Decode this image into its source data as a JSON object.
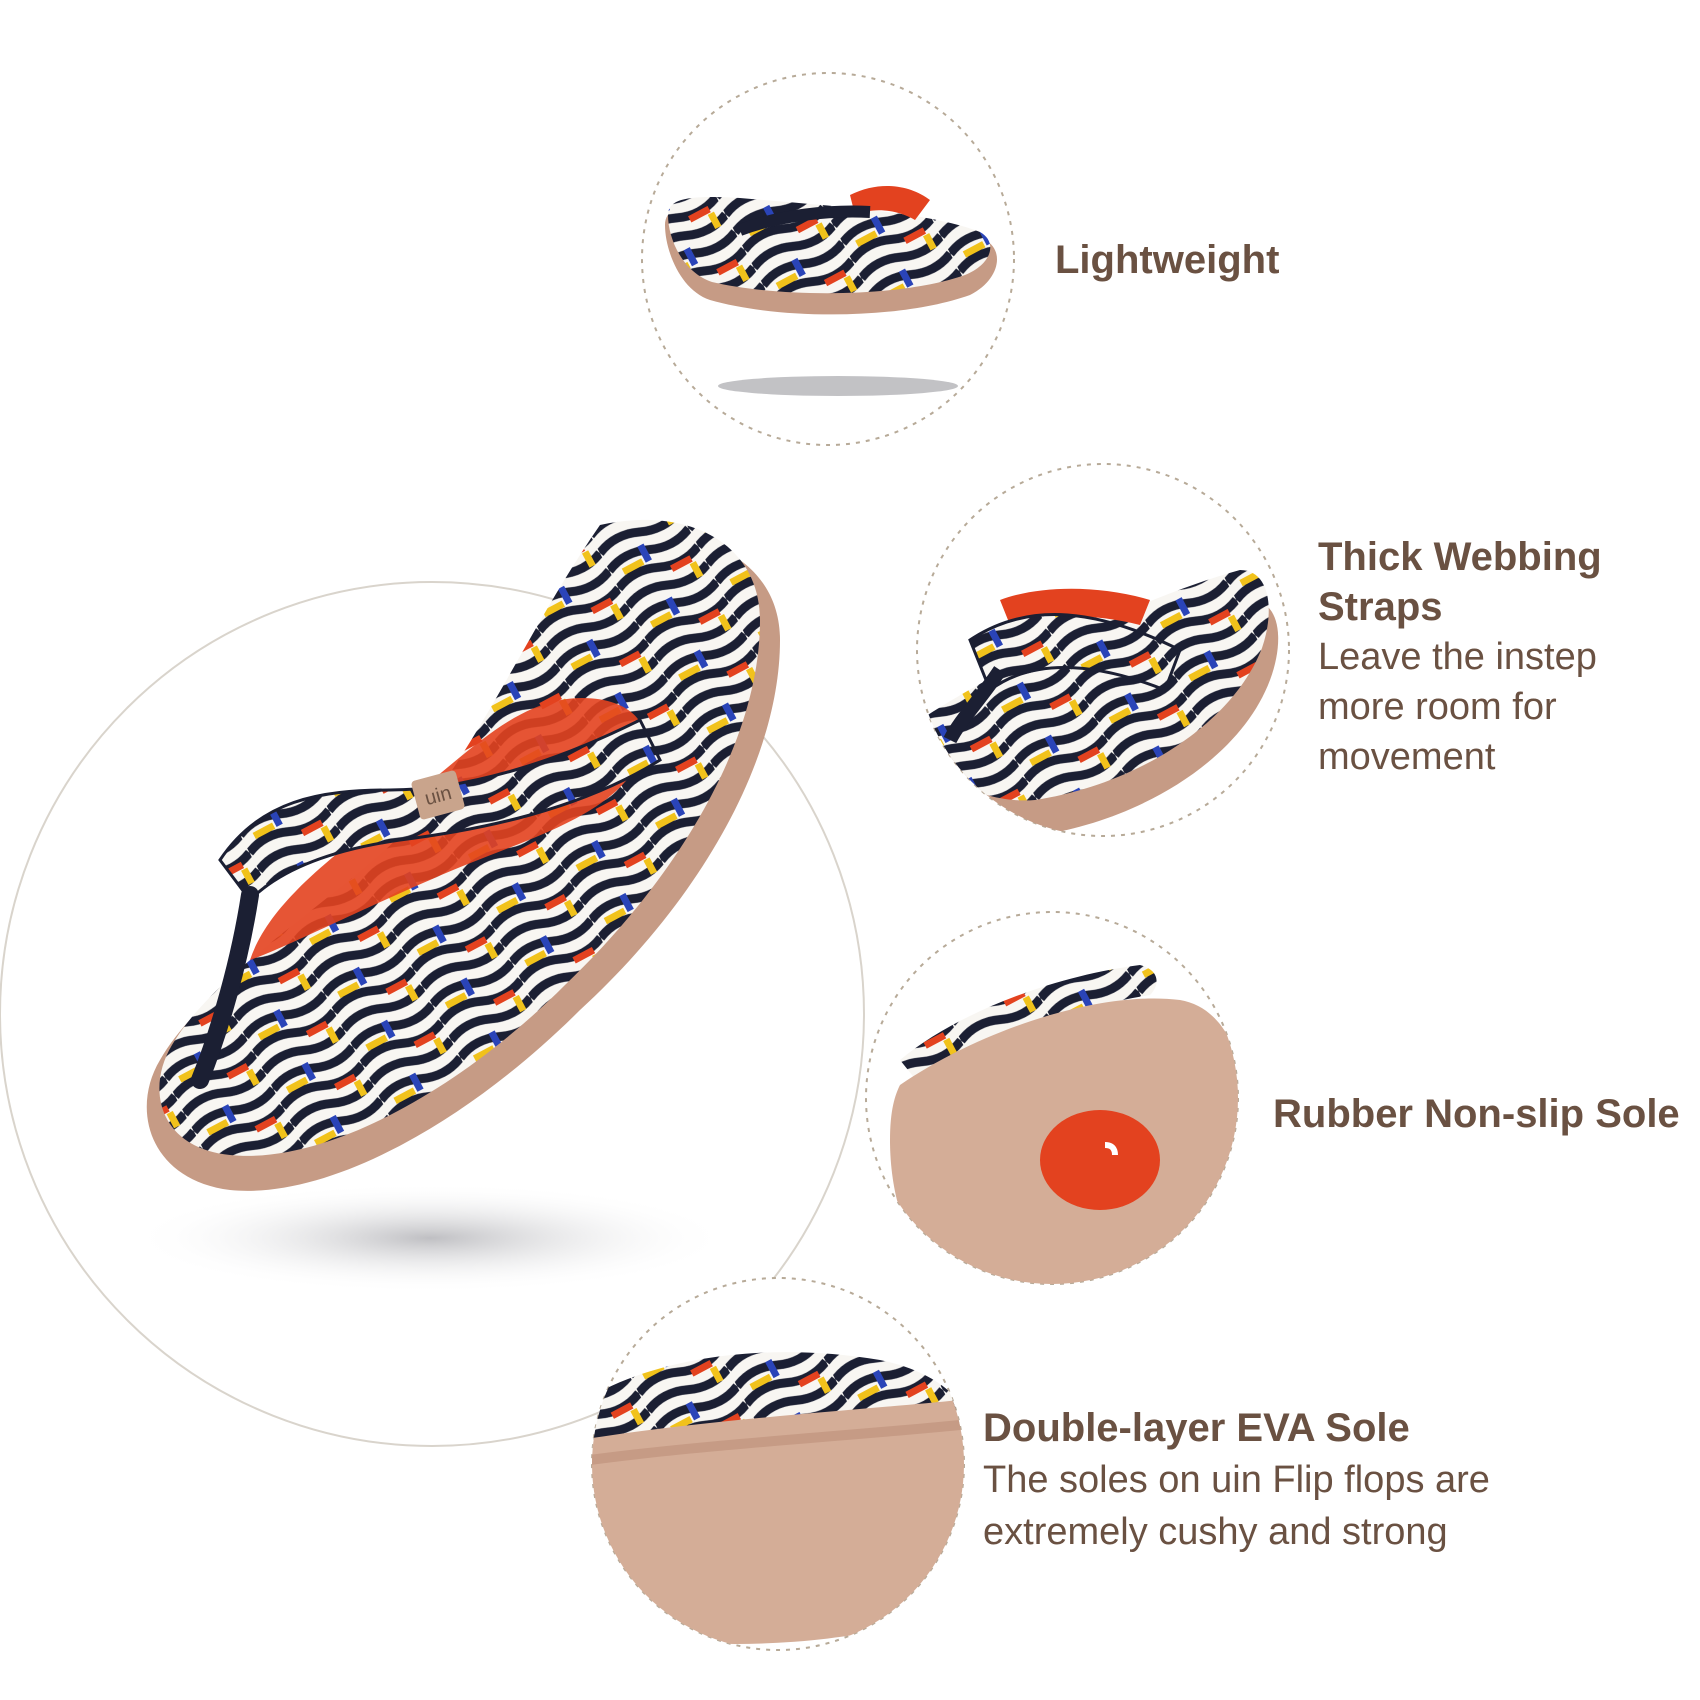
{
  "colors": {
    "text": "#6a5142",
    "sole": "#c69b85",
    "lining": "#e3421f",
    "stripe_dark": "#1b1f33",
    "accent_yellow": "#f1c21b",
    "accent_blue": "#2a44b8",
    "circle_outline": "#b7aa98"
  },
  "features": [
    {
      "title": "Lightweight",
      "description": "",
      "image": "sandal-floating-lightweight"
    },
    {
      "title": "Thick Webbing Straps",
      "description": "Leave the instep more room for movement",
      "image": "sandal-webbing-strap-closeup"
    },
    {
      "title": "Rubber Non-slip Sole",
      "description": "",
      "image": "sandal-outsole-heel-closeup"
    },
    {
      "title": "Double-layer EVA Sole",
      "description": "The soles on uin Flip flops are extremely cushy and strong",
      "image": "sandal-midsole-side-closeup"
    }
  ],
  "main_product": {
    "image": "uin-flip-flop-main",
    "brand_tag": "uin"
  }
}
